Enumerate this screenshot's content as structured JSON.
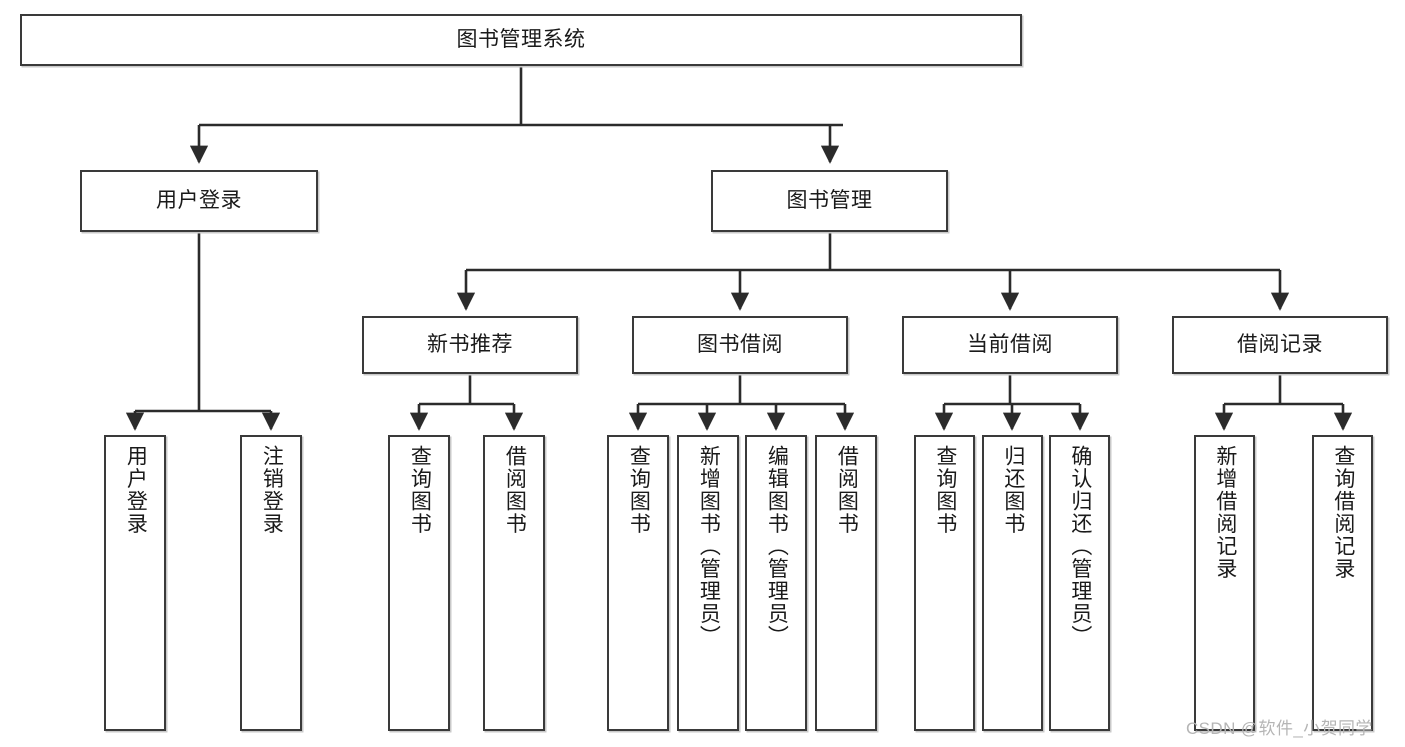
{
  "diagram": {
    "title_node": {
      "label": "图书管理系统"
    },
    "level2": [
      {
        "label": "用户登录"
      },
      {
        "label": "图书管理"
      }
    ],
    "level3": [
      {
        "label": "新书推荐"
      },
      {
        "label": "图书借阅"
      },
      {
        "label": "当前借阅"
      },
      {
        "label": "借阅记录"
      }
    ],
    "leaves": [
      {
        "label": "用户登录"
      },
      {
        "label": "注销登录"
      },
      {
        "label": "查询图书"
      },
      {
        "label": "借阅图书"
      },
      {
        "label": "查询图书"
      },
      {
        "label": "新增图书（管理员）"
      },
      {
        "label": "编辑图书（管理员）"
      },
      {
        "label": "借阅图书"
      },
      {
        "label": "查询图书"
      },
      {
        "label": "归还图书"
      },
      {
        "label": "确认归还（管理员）"
      },
      {
        "label": "新增借阅记录"
      },
      {
        "label": "查询借阅记录"
      }
    ],
    "colors": {
      "box_border": "#3a3a3a",
      "box_fill": "#ffffff",
      "connector": "#2b2b2b",
      "shadow": "#c9c9c9",
      "text": "#1a1a1a",
      "watermark": "#b5b5b5"
    }
  },
  "watermark": {
    "text": "CSDN @软件_小贺同学"
  }
}
